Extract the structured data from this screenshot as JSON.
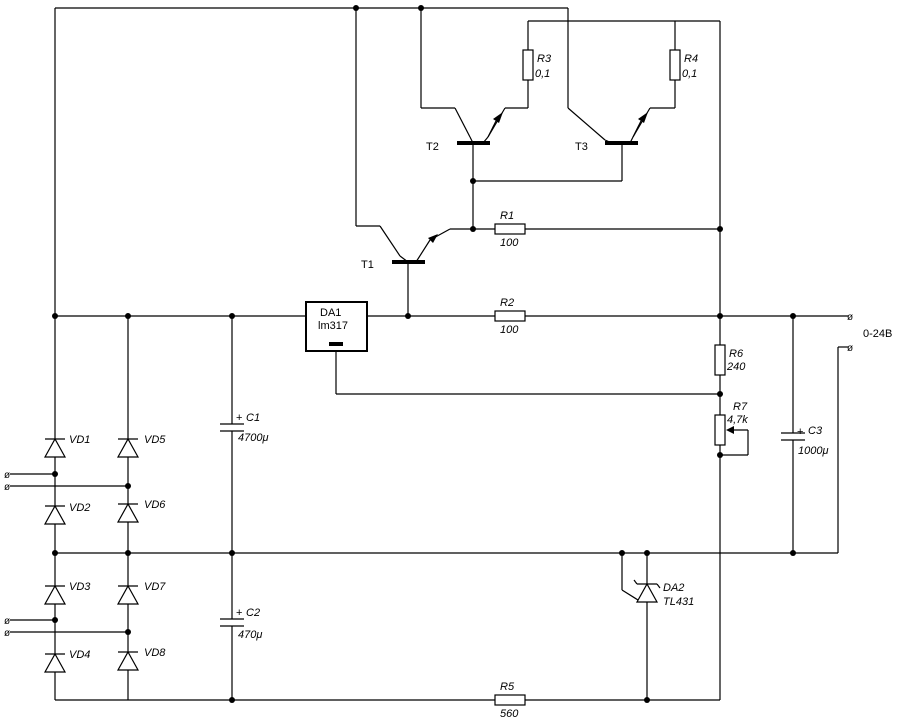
{
  "components": {
    "VD1": {
      "name": "VD1"
    },
    "VD2": {
      "name": "VD2"
    },
    "VD3": {
      "name": "VD3"
    },
    "VD4": {
      "name": "VD4"
    },
    "VD5": {
      "name": "VD5"
    },
    "VD6": {
      "name": "VD6"
    },
    "VD7": {
      "name": "VD7"
    },
    "VD8": {
      "name": "VD8"
    },
    "C1": {
      "name": "C1",
      "value": "4700μ",
      "polarity": "+"
    },
    "C2": {
      "name": "C2",
      "value": "470μ",
      "polarity": "+"
    },
    "C3": {
      "name": "C3",
      "value": "1000μ",
      "polarity": "+"
    },
    "DA1": {
      "name": "DA1",
      "part": "lm317"
    },
    "DA2": {
      "name": "DA2",
      "part": "TL431"
    },
    "R1": {
      "name": "R1",
      "value": "100"
    },
    "R2": {
      "name": "R2",
      "value": "100"
    },
    "R3": {
      "name": "R3",
      "value": "0,1"
    },
    "R4": {
      "name": "R4",
      "value": "0,1"
    },
    "R5": {
      "name": "R5",
      "value": "560"
    },
    "R6": {
      "name": "R6",
      "value": "240"
    },
    "R7": {
      "name": "R7",
      "value": "4,7k"
    },
    "T1": {
      "name": "T1"
    },
    "T2": {
      "name": "T2"
    },
    "T3": {
      "name": "T3"
    }
  },
  "output": {
    "label": "0-24В"
  },
  "terminal_glyph": "ø"
}
